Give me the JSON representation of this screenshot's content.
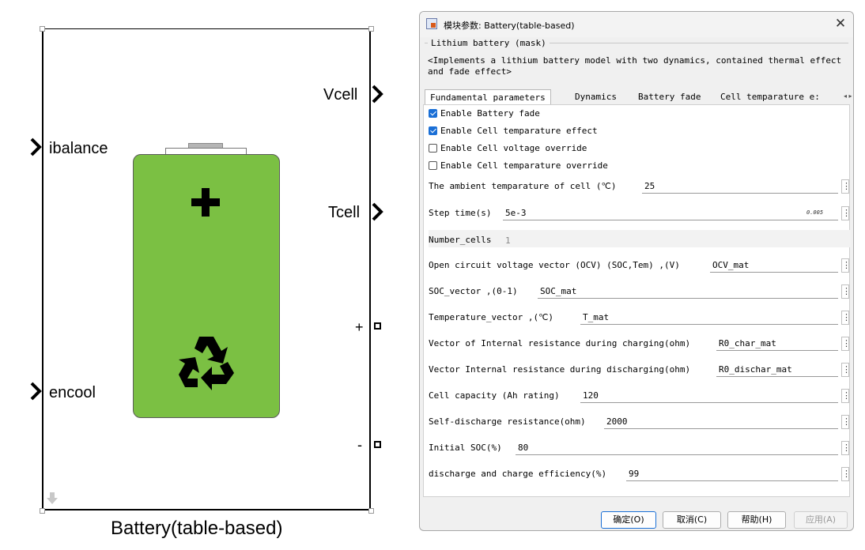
{
  "block": {
    "title": "Battery(table-based)",
    "ports": {
      "ibalance": "ibalance",
      "encool": "encool",
      "vcell": "Vcell",
      "tcell": "Tcell",
      "plus": "+",
      "minus": "-"
    },
    "battery_color": "#7bc043"
  },
  "dialog": {
    "title": "模块参数: Battery(table-based)",
    "close_symbol": "✕",
    "group_title": "Lithium battery (mask)",
    "description": "<Implements a lithium battery model with two dynamics, contained thermal effect and fade effect>",
    "tabs": [
      {
        "label": "Fundamental parameters",
        "active": true
      },
      {
        "label": "Dynamics",
        "active": false
      },
      {
        "label": "Battery fade",
        "active": false
      },
      {
        "label": "Cell temparature e:",
        "active": false
      }
    ],
    "tab_scroll_symbol": "◂ ▸",
    "checkboxes": [
      {
        "label": "Enable Battery fade",
        "checked": true
      },
      {
        "label": "Enable Cell temparature effect",
        "checked": true
      },
      {
        "label": "Enable Cell voltage override",
        "checked": false
      },
      {
        "label": "Enable Cell temparature override",
        "checked": false
      }
    ],
    "params": {
      "ambient": {
        "label": "The ambient temparature of cell (℃)",
        "value": "25"
      },
      "step_time": {
        "label": "Step time(s)",
        "value": "5e-3",
        "evaluated": "0.005"
      },
      "number_cells": {
        "label": "Number_cells",
        "value": "1"
      },
      "ocv": {
        "label": "Open circuit voltage vector (OCV) (SOC,Tem) ,(V)",
        "value": "OCV_mat"
      },
      "soc_vector": {
        "label": "SOC_vector ,(0-1)",
        "value": "SOC_mat"
      },
      "temp_vector": {
        "label": "Temperature_vector ,(℃)",
        "value": "T_mat"
      },
      "r_charge": {
        "label": "Vector of Internal resistance during charging(ohm)",
        "value": "R0_char_mat"
      },
      "r_discharge": {
        "label": "Vector Internal resistance during discharging(ohm)",
        "value": "R0_dischar_mat"
      },
      "capacity": {
        "label": "Cell capacity (Ah rating)",
        "value": "120"
      },
      "self_discharge": {
        "label": "Self-discharge resistance(ohm)",
        "value": "2000"
      },
      "initial_soc": {
        "label": "Initial SOC(%)",
        "value": "80"
      },
      "efficiency": {
        "label": "discharge and charge efficiency(%)",
        "value": "99"
      }
    },
    "kebab_symbol": "⋮",
    "buttons": {
      "ok": "确定(O)",
      "cancel": "取消(C)",
      "help": "帮助(H)",
      "apply": "应用(A)"
    },
    "accent_color": "#1a6fd6"
  }
}
